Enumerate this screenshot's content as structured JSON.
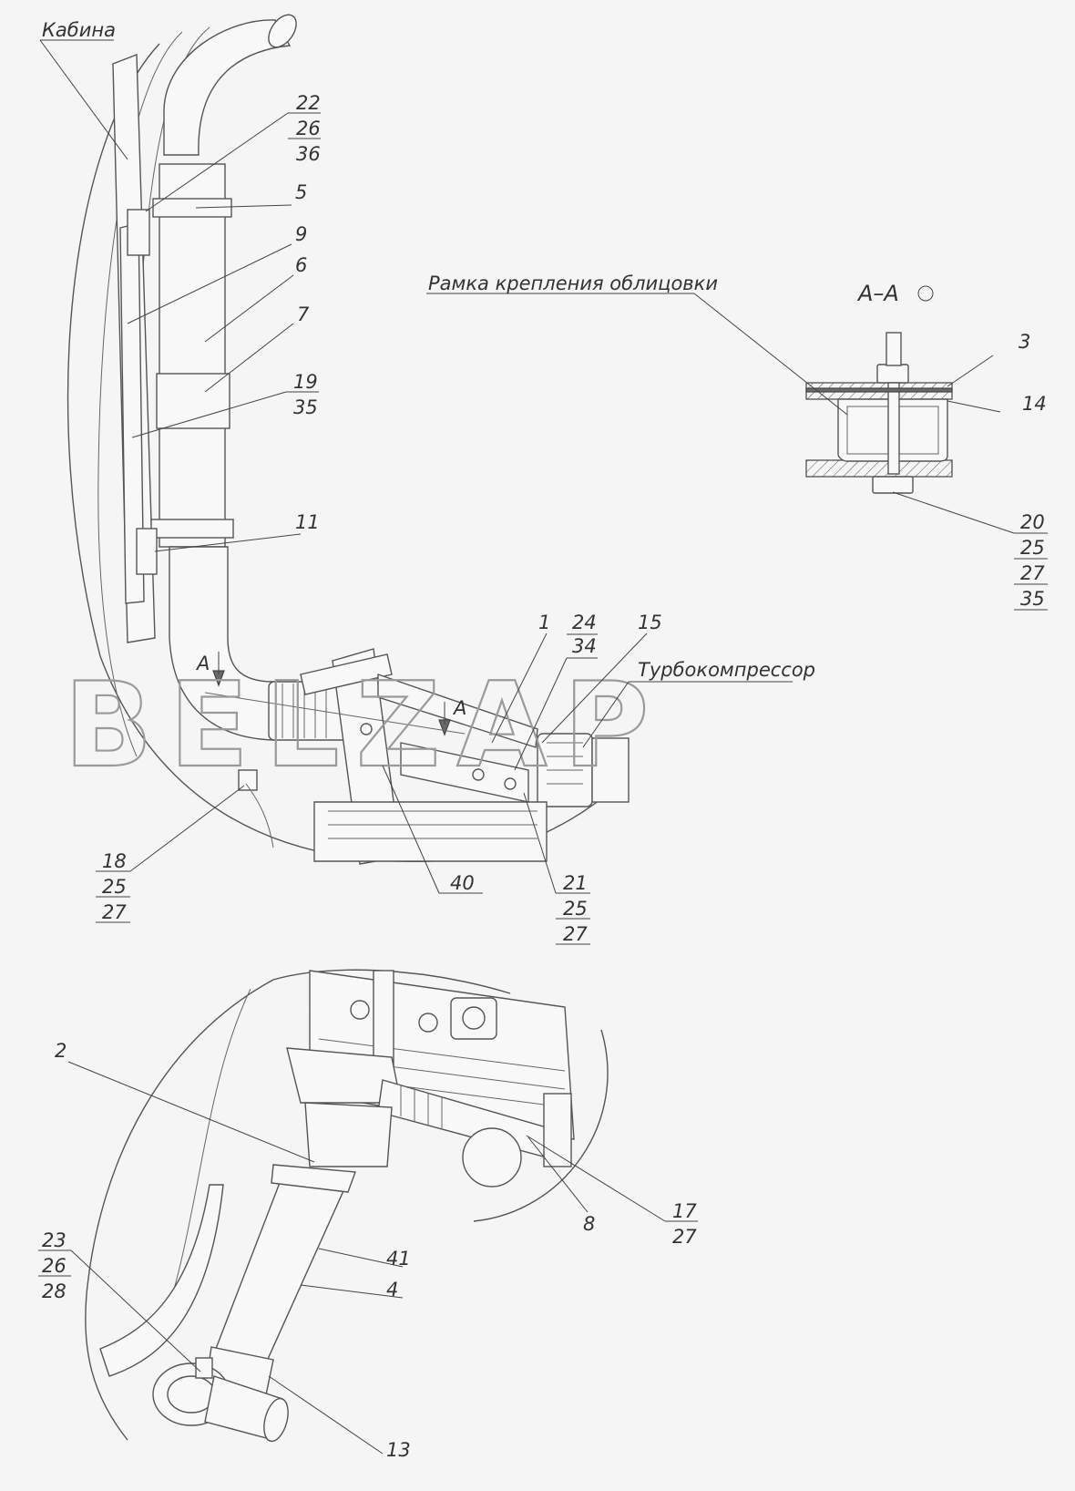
{
  "labels": {
    "cabin": "Кабина",
    "frame": "Рамка крепления облицовки",
    "section": "А–А",
    "turbo": "Турбокомпрессор",
    "a_mark": "А"
  },
  "callouts": {
    "c22": "22",
    "c26a": "26",
    "c36": "36",
    "c5": "5",
    "c9": "9",
    "c6": "6",
    "c7": "7",
    "c19": "19",
    "c35a": "35",
    "c11": "11",
    "c1": "1",
    "c24": "24",
    "c34": "34",
    "c15": "15",
    "c3": "3",
    "c14": "14",
    "c20": "20",
    "c25a": "25",
    "c27a": "27",
    "c35b": "35",
    "c18": "18",
    "c25b": "25",
    "c27b": "27",
    "c40": "40",
    "c21": "21",
    "c25c": "25",
    "c27c": "27",
    "c2": "2",
    "c8": "8",
    "c17": "17",
    "c27d": "27",
    "c23": "23",
    "c26b": "26",
    "c28": "28",
    "c41": "41",
    "c4": "4",
    "c13": "13"
  },
  "watermark": "BELZAP"
}
